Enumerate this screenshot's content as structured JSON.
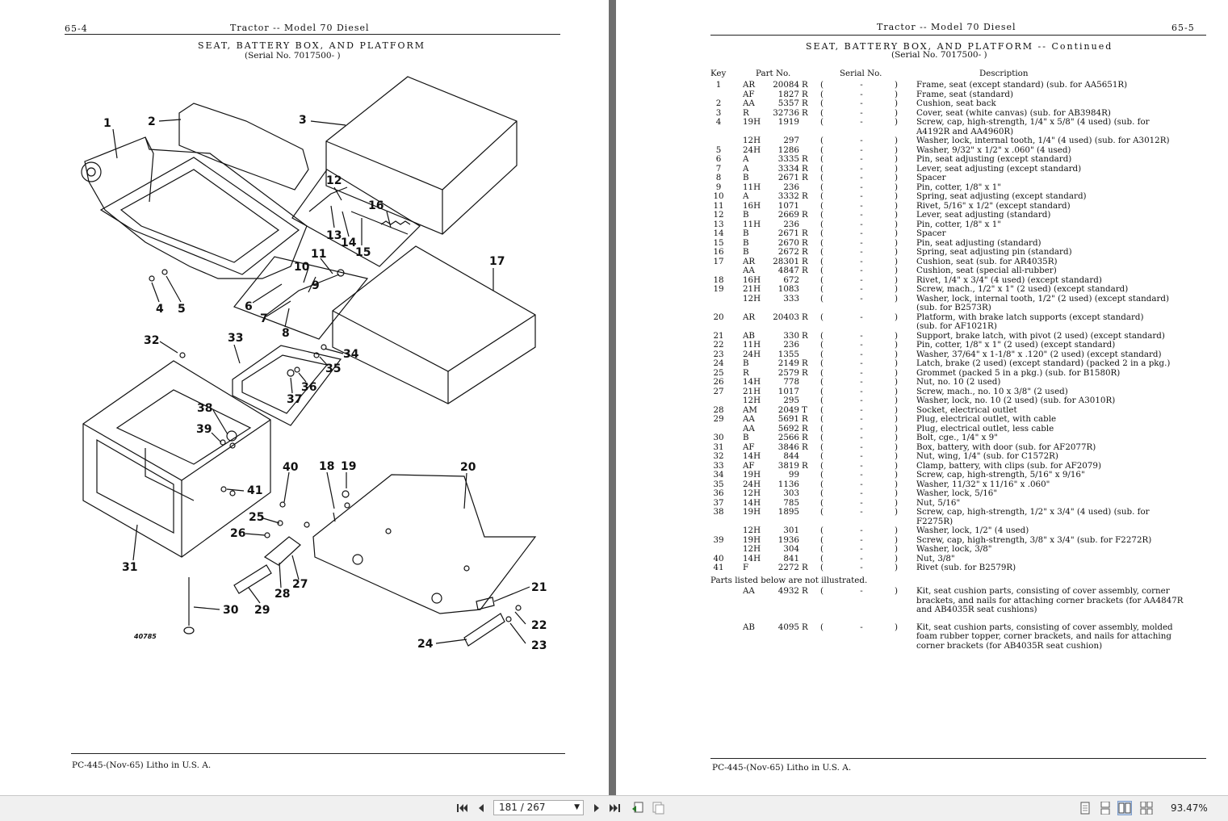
{
  "left_page": {
    "page_num": "65-4",
    "running_title": "Tractor -- Model 70 Diesel",
    "title": "SEAT, BATTERY BOX, AND PLATFORM",
    "serial": "(Serial No. 7017500-            )",
    "footer": "PC-445-(Nov-65)   Litho in U.S. A.",
    "figure_id": "40785",
    "callouts": [
      "1",
      "2",
      "3",
      "4",
      "5",
      "6",
      "7",
      "8",
      "9",
      "10",
      "11",
      "12",
      "13",
      "14",
      "15",
      "16",
      "17",
      "18",
      "19",
      "20",
      "21",
      "22",
      "23",
      "24",
      "25",
      "26",
      "27",
      "28",
      "29",
      "30",
      "31",
      "32",
      "33",
      "34",
      "35",
      "36",
      "37",
      "38",
      "39",
      "40",
      "41"
    ]
  },
  "right_page": {
    "page_num": "65-5",
    "running_title": "Tractor -- Model 70 Diesel",
    "title": "SEAT, BATTERY BOX, AND PLATFORM -- Continued",
    "serial": "(Serial No. 7017500-            )",
    "footer": "PC-445-(Nov-65)   Litho in U.S. A.",
    "columns": {
      "key": "Key",
      "part": "Part No.",
      "serial": "Serial No.",
      "desc": "Description"
    },
    "rows": [
      {
        "key": "1",
        "pre": "AR",
        "num": "20084",
        "suf": "R",
        "ser": "-",
        "desc": "Frame, seat (except standard) (sub. for AA5651R)"
      },
      {
        "key": "",
        "pre": "AF",
        "num": "1827",
        "suf": "R",
        "ser": "-",
        "desc": "Frame, seat (standard)"
      },
      {
        "key": "2",
        "pre": "AA",
        "num": "5357",
        "suf": "R",
        "ser": "-",
        "desc": "Cushion, seat back"
      },
      {
        "key": "3",
        "pre": "R",
        "num": "32736",
        "suf": "R",
        "ser": "-",
        "desc": "Cover, seat (white canvas) (sub. for AB3984R)"
      },
      {
        "key": "4",
        "pre": "19H",
        "num": "1919",
        "suf": "",
        "ser": "-",
        "desc": "Screw, cap, high-strength, 1/4\" x 5/8\" (4 used) (sub. for"
      },
      {
        "key": "",
        "pre": "",
        "num": "",
        "suf": "",
        "ser": "",
        "desc": "   A4192R and AA4960R)",
        "cont": true
      },
      {
        "key": "",
        "pre": "12H",
        "num": "297",
        "suf": "",
        "ser": "-",
        "desc": "Washer, lock, internal tooth, 1/4\" (4 used) (sub. for A3012R)"
      },
      {
        "key": "5",
        "pre": "24H",
        "num": "1286",
        "suf": "",
        "ser": "-",
        "desc": "Washer, 9/32\" x 1/2\" x .060\" (4 used)"
      },
      {
        "key": "6",
        "pre": "A",
        "num": "3335",
        "suf": "R",
        "ser": "-",
        "desc": "Pin, seat adjusting (except standard)"
      },
      {
        "key": "7",
        "pre": "A",
        "num": "3334",
        "suf": "R",
        "ser": "-",
        "desc": "Lever, seat adjusting (except standard)"
      },
      {
        "key": "8",
        "pre": "B",
        "num": "2671",
        "suf": "R",
        "ser": "-",
        "desc": "Spacer"
      },
      {
        "key": "9",
        "pre": "11H",
        "num": "236",
        "suf": "",
        "ser": "-",
        "desc": "Pin, cotter, 1/8\" x 1\""
      },
      {
        "key": "10",
        "pre": "A",
        "num": "3332",
        "suf": "R",
        "ser": "-",
        "desc": "Spring, seat adjusting (except standard)"
      },
      {
        "key": "11",
        "pre": "16H",
        "num": "1071",
        "suf": "",
        "ser": "-",
        "desc": "Rivet, 5/16\" x 1/2\" (except standard)"
      },
      {
        "key": "12",
        "pre": "B",
        "num": "2669",
        "suf": "R",
        "ser": "-",
        "desc": "Lever, seat adjusting (standard)"
      },
      {
        "key": "13",
        "pre": "11H",
        "num": "236",
        "suf": "",
        "ser": "-",
        "desc": "Pin, cotter, 1/8\" x 1\""
      },
      {
        "key": "14",
        "pre": "B",
        "num": "2671",
        "suf": "R",
        "ser": "-",
        "desc": "Spacer"
      },
      {
        "key": "15",
        "pre": "B",
        "num": "2670",
        "suf": "R",
        "ser": "-",
        "desc": "Pin, seat adjusting (standard)"
      },
      {
        "key": "16",
        "pre": "B",
        "num": "2672",
        "suf": "R",
        "ser": "-",
        "desc": "Spring, seat adjusting pin (standard)"
      },
      {
        "key": "17",
        "pre": "AR",
        "num": "28301",
        "suf": "R",
        "ser": "-",
        "desc": "Cushion, seat (sub. for AR4035R)"
      },
      {
        "key": "",
        "pre": "AA",
        "num": "4847",
        "suf": "R",
        "ser": "-",
        "desc": "Cushion, seat (special all-rubber)"
      },
      {
        "key": "18",
        "pre": "16H",
        "num": "672",
        "suf": "",
        "ser": "-",
        "desc": "Rivet, 1/4\" x 3/4\" (4 used) (except standard)"
      },
      {
        "key": "19",
        "pre": "21H",
        "num": "1083",
        "suf": "",
        "ser": "-",
        "desc": "Screw, mach., 1/2\" x 1\" (2 used) (except standard)"
      },
      {
        "key": "",
        "pre": "12H",
        "num": "333",
        "suf": "",
        "ser": "-",
        "desc": "Washer, lock, internal tooth, 1/2\" (2 used) (except standard)"
      },
      {
        "key": "",
        "pre": "",
        "num": "",
        "suf": "",
        "ser": "",
        "desc": "   (sub. for B2573R)",
        "cont": true
      },
      {
        "key": "20",
        "pre": "AR",
        "num": "20403",
        "suf": "R",
        "ser": "-",
        "desc": "Platform, with brake latch supports (except standard)"
      },
      {
        "key": "",
        "pre": "",
        "num": "",
        "suf": "",
        "ser": "",
        "desc": "   (sub. for AF1021R)",
        "cont": true
      },
      {
        "key": "21",
        "pre": "AB",
        "num": "330",
        "suf": "R",
        "ser": "-",
        "desc": "Support, brake latch, with pivot (2 used) (except standard)"
      },
      {
        "key": "22",
        "pre": "11H",
        "num": "236",
        "suf": "",
        "ser": "-",
        "desc": "Pin, cotter, 1/8\" x 1\" (2 used) (except standard)"
      },
      {
        "key": "23",
        "pre": "24H",
        "num": "1355",
        "suf": "",
        "ser": "-",
        "desc": "Washer, 37/64\" x 1-1/8\" x .120\" (2 used) (except standard)"
      },
      {
        "key": "24",
        "pre": "B",
        "num": "2149",
        "suf": "R",
        "ser": "-",
        "desc": "Latch, brake (2 used) (except standard) (packed 2 in a pkg.)"
      },
      {
        "key": "25",
        "pre": "R",
        "num": "2579",
        "suf": "R",
        "ser": "-",
        "desc": "Grommet (packed 5 in a pkg.) (sub. for B1580R)"
      },
      {
        "key": "26",
        "pre": "14H",
        "num": "778",
        "suf": "",
        "ser": "-",
        "desc": "Nut, no. 10 (2 used)"
      },
      {
        "key": "27",
        "pre": "21H",
        "num": "1017",
        "suf": "",
        "ser": "-",
        "desc": "Screw, mach., no. 10 x 3/8\" (2 used)"
      },
      {
        "key": "",
        "pre": "12H",
        "num": "295",
        "suf": "",
        "ser": "-",
        "desc": "Washer, lock, no. 10 (2 used) (sub. for A3010R)"
      },
      {
        "key": "28",
        "pre": "AM",
        "num": "2049",
        "suf": "T",
        "ser": "-",
        "desc": "Socket, electrical outlet"
      },
      {
        "key": "29",
        "pre": "AA",
        "num": "5691",
        "suf": "R",
        "ser": "-",
        "desc": "Plug, electrical outlet, with cable"
      },
      {
        "key": "",
        "pre": "AA",
        "num": "5692",
        "suf": "R",
        "ser": "-",
        "desc": "Plug, electrical outlet, less cable"
      },
      {
        "key": "30",
        "pre": "B",
        "num": "2566",
        "suf": "R",
        "ser": "-",
        "desc": "Bolt, cge., 1/4\" x 9\""
      },
      {
        "key": "31",
        "pre": "AF",
        "num": "3846",
        "suf": "R",
        "ser": "-",
        "desc": "Box, battery, with door (sub. for AF2077R)"
      },
      {
        "key": "32",
        "pre": "14H",
        "num": "844",
        "suf": "",
        "ser": "-",
        "desc": "Nut, wing, 1/4\" (sub. for C1572R)"
      },
      {
        "key": "33",
        "pre": "AF",
        "num": "3819",
        "suf": "R",
        "ser": "-",
        "desc": "Clamp, battery, with clips (sub. for AF2079)"
      },
      {
        "key": "34",
        "pre": "19H",
        "num": "99",
        "suf": "",
        "ser": "-",
        "desc": "Screw, cap, high-strength, 5/16\" x 9/16\""
      },
      {
        "key": "35",
        "pre": "24H",
        "num": "1136",
        "suf": "",
        "ser": "-",
        "desc": "Washer, 11/32\" x 11/16\" x .060\""
      },
      {
        "key": "36",
        "pre": "12H",
        "num": "303",
        "suf": "",
        "ser": "-",
        "desc": "Washer, lock, 5/16\""
      },
      {
        "key": "37",
        "pre": "14H",
        "num": "785",
        "suf": "",
        "ser": "-",
        "desc": "Nut, 5/16\""
      },
      {
        "key": "38",
        "pre": "19H",
        "num": "1895",
        "suf": "",
        "ser": "-",
        "desc": "Screw, cap, high-strength, 1/2\" x 3/4\" (4 used) (sub. for"
      },
      {
        "key": "",
        "pre": "",
        "num": "",
        "suf": "",
        "ser": "",
        "desc": "   F2275R)",
        "cont": true
      },
      {
        "key": "",
        "pre": "12H",
        "num": "301",
        "suf": "",
        "ser": "-",
        "desc": "Washer, lock, 1/2\" (4 used)"
      },
      {
        "key": "39",
        "pre": "19H",
        "num": "1936",
        "suf": "",
        "ser": "-",
        "desc": "Screw, cap, high-strength, 3/8\" x 3/4\" (sub. for F2272R)"
      },
      {
        "key": "",
        "pre": "12H",
        "num": "304",
        "suf": "",
        "ser": "-",
        "desc": "Washer, lock, 3/8\""
      },
      {
        "key": "40",
        "pre": "14H",
        "num": "841",
        "suf": "",
        "ser": "-",
        "desc": "Nut, 3/8\""
      },
      {
        "key": "41",
        "pre": "F",
        "num": "2272",
        "suf": "R",
        "ser": "-",
        "desc": "Rivet (sub. for B2579R)"
      }
    ],
    "note": "Parts listed below are not illustrated.",
    "kits": [
      {
        "pre": "AA",
        "num": "4932",
        "suf": "R",
        "ser": "-",
        "lines": [
          "Kit, seat cushion parts, consisting of cover assembly, corner",
          "   brackets, and nails for attaching corner brackets (for AA4847R",
          "   and AB4035R seat cushions)"
        ]
      },
      {
        "pre": "AB",
        "num": "4095",
        "suf": "R",
        "ser": "-",
        "lines": [
          "Kit, seat cushion parts, consisting of cover assembly, molded",
          "   foam rubber topper, corner brackets, and nails for attaching",
          "   corner brackets (for AB4035R seat cushion)"
        ]
      }
    ]
  },
  "toolbar": {
    "page_indicator": "181 / 267",
    "zoom": "93.47%"
  }
}
